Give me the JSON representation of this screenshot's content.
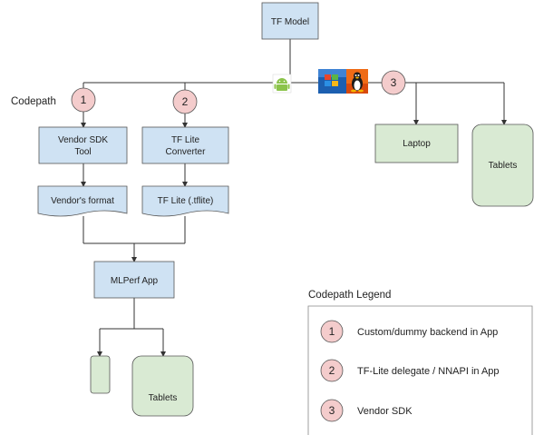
{
  "nodes": {
    "tf_model": "TF Model",
    "vendor_sdk_tool": [
      "Vendor SDK",
      "Tool"
    ],
    "tflite_converter": [
      "TF Lite",
      "Converter"
    ],
    "vendor_format": "Vendor's format",
    "tflite_file": "TF Lite (.tflite)",
    "mlperf_app": "MLPerf App",
    "laptop": "Laptop",
    "tablets_right": "Tablets",
    "tablets_bottom": "Tablets"
  },
  "codepath_label": "Codepath",
  "codepath_markers": [
    "1",
    "2",
    "3"
  ],
  "legend": {
    "title": "Codepath Legend",
    "items": [
      {
        "number": "1",
        "label": "Custom/dummy backend in App"
      },
      {
        "number": "2",
        "label": "TF-Lite delegate / NNAPI in App"
      },
      {
        "number": "3",
        "label": "Vendor SDK"
      }
    ]
  },
  "icons": {
    "android": "android-icon",
    "windows": "windows-icon",
    "linux": "linux-tux-icon"
  },
  "colors": {
    "process_fill": "#cfe2f3",
    "device_fill": "#d9ead3",
    "marker_fill": "#f4cccc",
    "line": "#333333"
  }
}
